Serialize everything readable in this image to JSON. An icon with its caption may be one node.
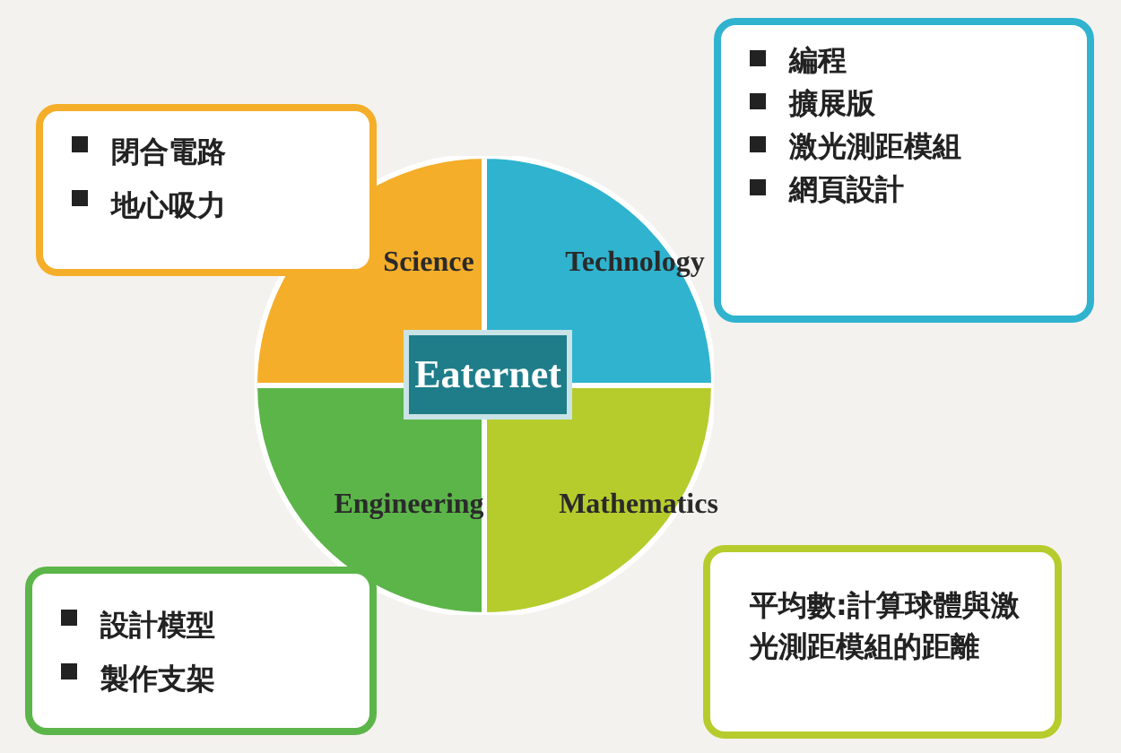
{
  "diagram": {
    "nodes": [
      {
        "text": [
          "Science"
        ]
      },
      {
        "text": [
          "Technology"
        ]
      },
      {
        "text": [
          "Engineering"
        ]
      },
      {
        "text": [
          "Mathematics"
        ]
      },
      {
        "text": [
          "Eaternet"
        ]
      },
      {
        "text": [
          "閉合電路",
          "地心吸力"
        ]
      },
      {
        "text": [
          "編程",
          "擴展版",
          "激光測距模組",
          "網頁設計"
        ]
      },
      {
        "text": [
          "設計模型",
          "製作支架"
        ]
      },
      {
        "text": [
          "平均數:計算球體與激光測距模組的距離"
        ]
      }
    ]
  }
}
